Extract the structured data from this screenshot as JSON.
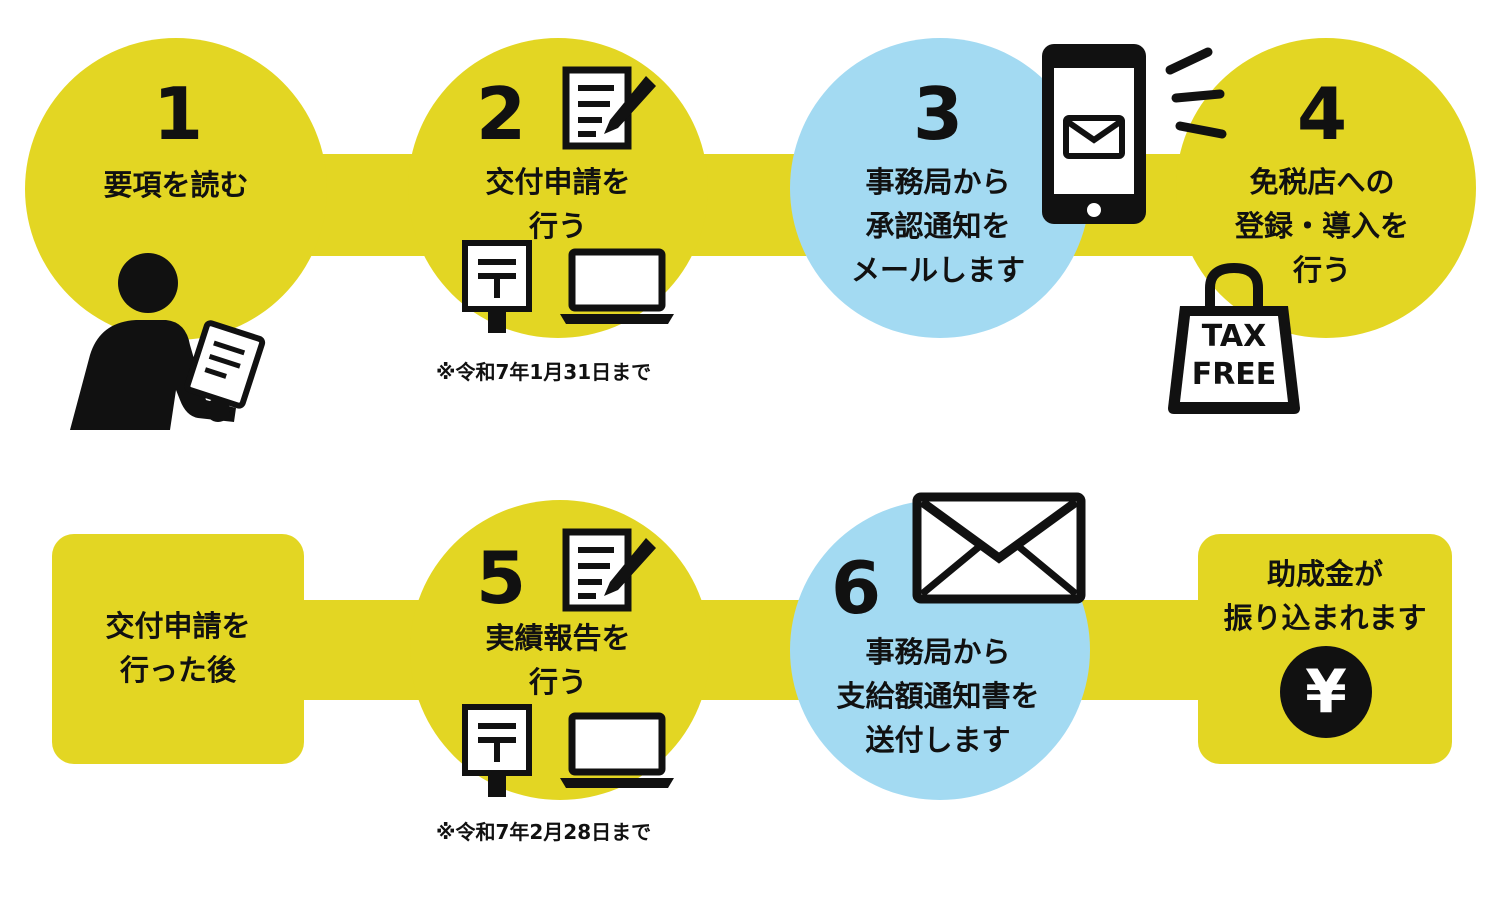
{
  "row1": {
    "step1": {
      "number": "1",
      "text": "要項を読む"
    },
    "step2": {
      "number": "2",
      "line1": "交付申請を",
      "line2": "行う",
      "note": "※令和7年1月31日まで"
    },
    "step3": {
      "number": "3",
      "line1": "事務局から",
      "line2": "承認通知を",
      "line3": "メールします"
    },
    "step4": {
      "number": "4",
      "line1": "免税店への",
      "line2": "登録・導入を",
      "line3": "行う",
      "bag_line1": "TAX",
      "bag_line2": "FREE"
    }
  },
  "row2": {
    "start": {
      "line1": "交付申請を",
      "line2": "行った後"
    },
    "step5": {
      "number": "5",
      "line1": "実績報告を",
      "line2": "行う",
      "note": "※令和7年2月28日まで"
    },
    "step6": {
      "number": "6",
      "line1": "事務局から",
      "line2": "支給額通知書を",
      "line3": "送付します"
    },
    "end": {
      "line1": "助成金が",
      "line2": "振り込まれます",
      "currency_symbol": "¥"
    }
  },
  "colors": {
    "yellow": "#e3d623",
    "blue": "#a3daf2",
    "icon": "#111111"
  },
  "icons": [
    "person-reading-icon",
    "document-pen-icon",
    "mail-post-icon",
    "laptop-icon",
    "smartphone-mail-icon",
    "shopping-bag-icon",
    "envelope-icon",
    "yen-coin-icon"
  ]
}
